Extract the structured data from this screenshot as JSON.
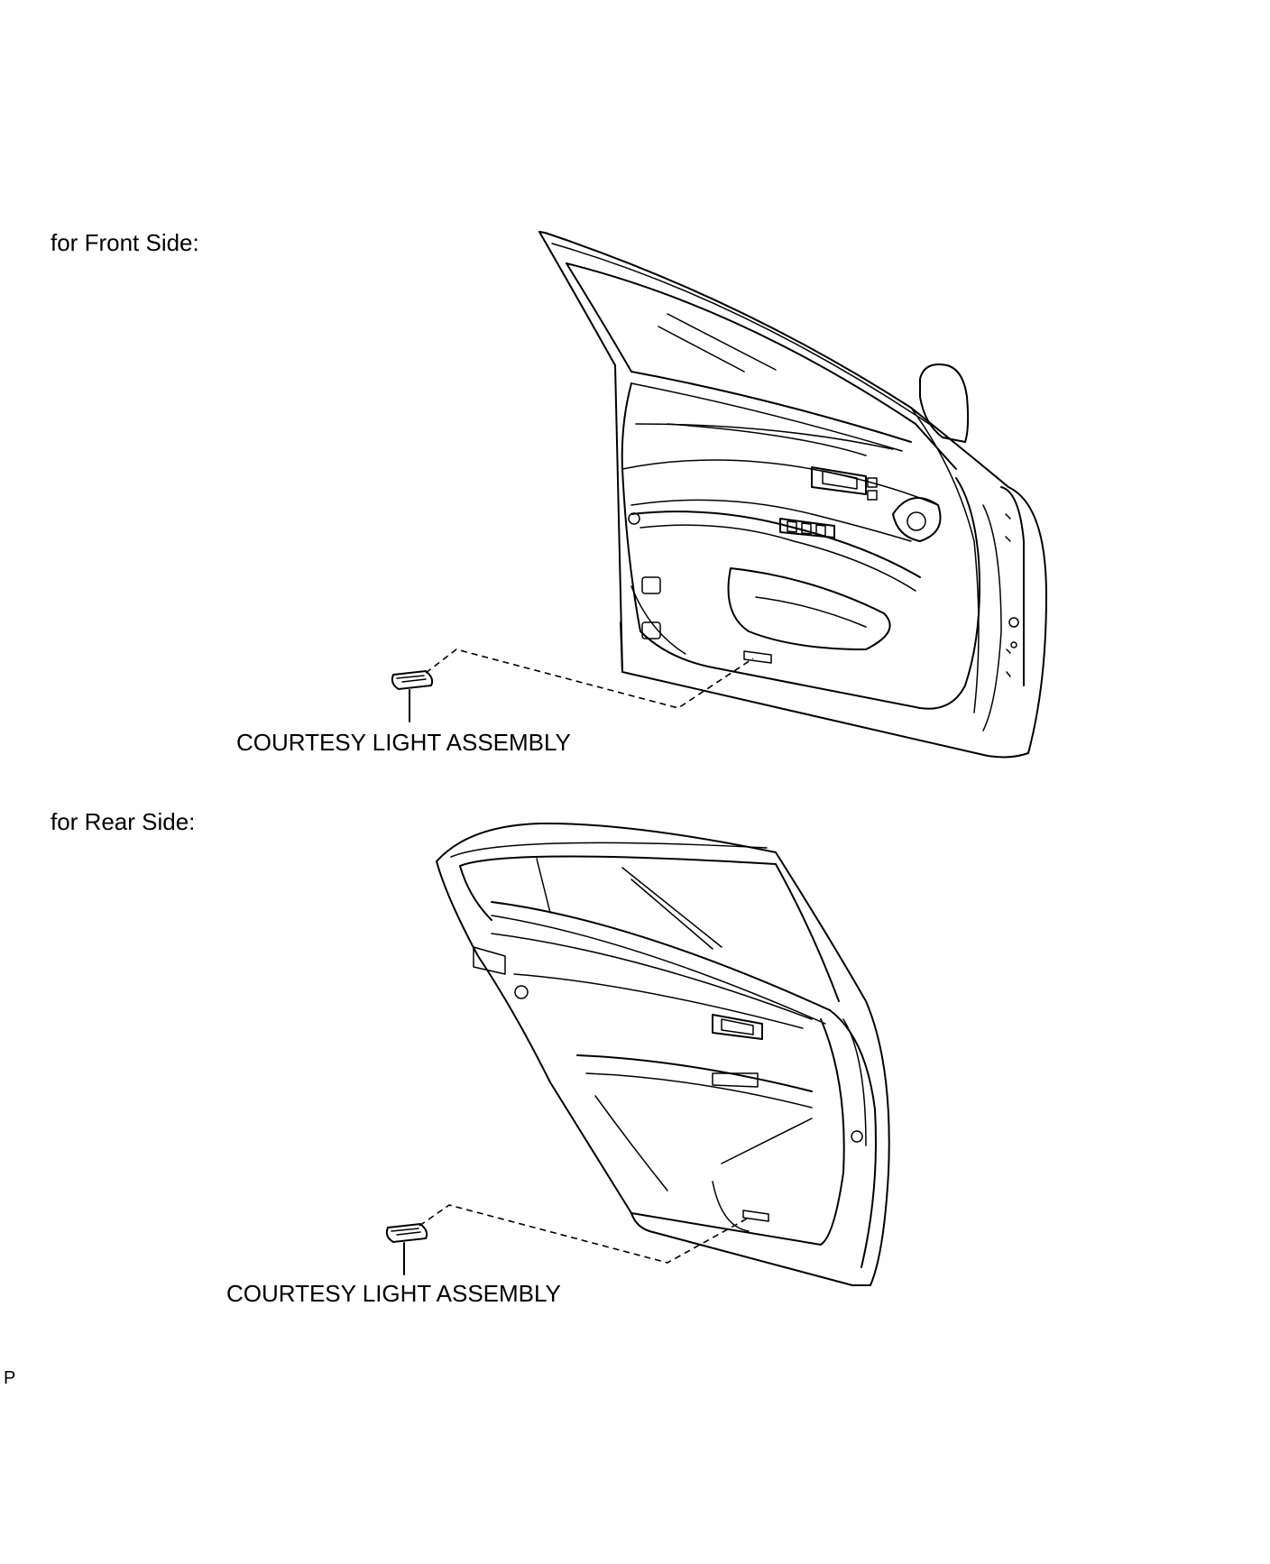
{
  "sections": {
    "front": {
      "title": "for Front Side:",
      "part_label": "COURTESY LIGHT ASSEMBLY"
    },
    "rear": {
      "title": "for Rear Side:",
      "part_label": "COURTESY LIGHT ASSEMBLY"
    }
  },
  "footer": {
    "mark": "P"
  },
  "icons": [
    "front-door-illustration",
    "rear-door-illustration",
    "courtesy-light-icon"
  ]
}
